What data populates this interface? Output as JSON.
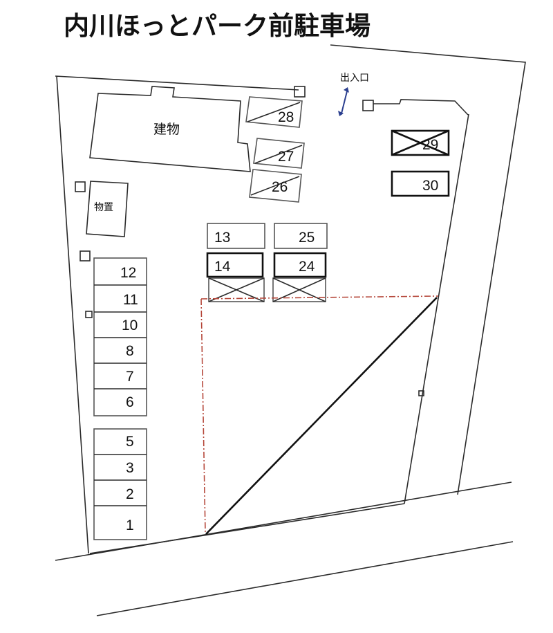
{
  "title": "内川ほっとパーク前駐車場",
  "labels": {
    "building": "建物",
    "storage": "物置",
    "entrance": "出入口"
  },
  "slots": {
    "s1": "1",
    "s2": "2",
    "s3": "3",
    "s5": "5",
    "s6": "6",
    "s7": "7",
    "s8": "8",
    "s10": "10",
    "s11": "11",
    "s12": "12",
    "s13": "13",
    "s14": "14",
    "s24": "24",
    "s25": "25",
    "s26": "26",
    "s27": "27",
    "s28": "28",
    "s29": "29",
    "s30": "30"
  },
  "colors": {
    "boundary": "#2a2a2a",
    "dash_dot_line": "#b5473a",
    "entrance_arrow": "#2b3f8f"
  }
}
